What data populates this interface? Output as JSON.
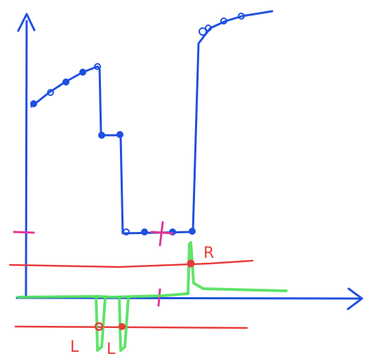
{
  "labels": {
    "right": "R",
    "left_1": "L",
    "left_2": "L"
  },
  "colors": {
    "background": "#ffffff",
    "signal": "#1f4fe0",
    "markers": "#e0359a",
    "thresholds": "#e83a3a",
    "response": "#4fe05a",
    "label": "#e83a3a"
  }
}
